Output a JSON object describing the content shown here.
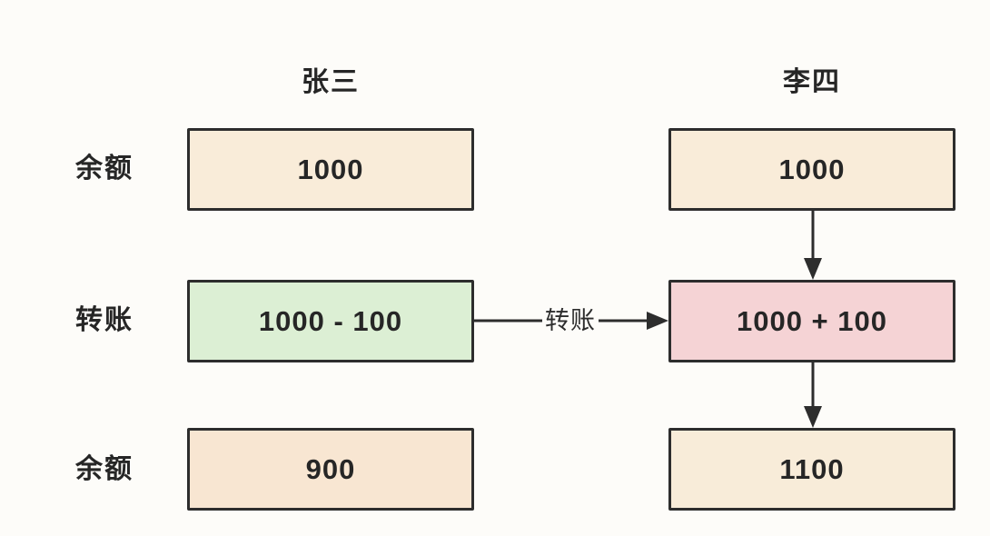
{
  "diagram": {
    "columns": [
      {
        "name": "张三"
      },
      {
        "name": "李四"
      }
    ],
    "row_labels": [
      "余额",
      "转账",
      "余额"
    ],
    "cells": {
      "zhangsan_balance_before": {
        "value": "1000",
        "color": "#f9ecd9"
      },
      "zhangsan_transfer": {
        "value": "1000 - 100",
        "color": "#dcefd4"
      },
      "zhangsan_balance_after": {
        "value": "900",
        "color": "#f8e6d2"
      },
      "lisi_balance_before": {
        "value": "1000",
        "color": "#f9ecd9"
      },
      "lisi_transfer": {
        "value": "1000 + 100",
        "color": "#f5d3d5"
      },
      "lisi_balance_after": {
        "value": "1100",
        "color": "#f8ecd9"
      }
    },
    "transfer_arrow_label": "转账",
    "colors": {
      "border": "#2d2d2d",
      "text": "#262626",
      "background": "#fdfcf9"
    }
  }
}
